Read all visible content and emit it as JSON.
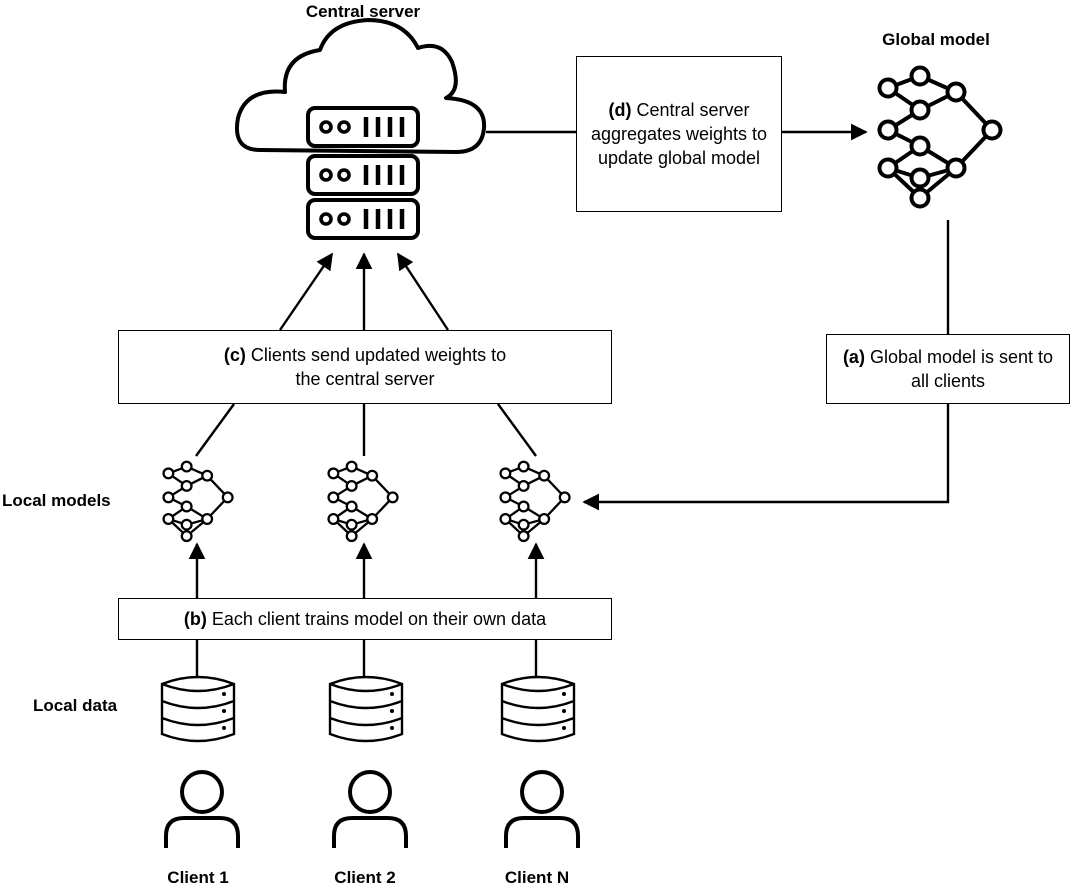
{
  "labels": {
    "central_server": "Central server",
    "global_model": "Global model",
    "local_models": "Local models",
    "local_data": "Local data"
  },
  "steps": {
    "a": {
      "tag": "(a)",
      "text": "Global model is sent to all clients"
    },
    "b": {
      "tag": "(b)",
      "text": "Each client trains model on their own data"
    },
    "c": {
      "tag": "(c)",
      "text": "Clients send updated weights to the central server"
    },
    "d": {
      "tag": "(d)",
      "text": "Central server aggregates weights to update global model"
    }
  },
  "clients": [
    {
      "name": "Client 1"
    },
    {
      "name": "Client 2"
    },
    {
      "name": "Client N"
    }
  ],
  "icons": [
    "cloud-icon",
    "server-icon",
    "neural-network-icon",
    "database-icon",
    "person-icon"
  ]
}
